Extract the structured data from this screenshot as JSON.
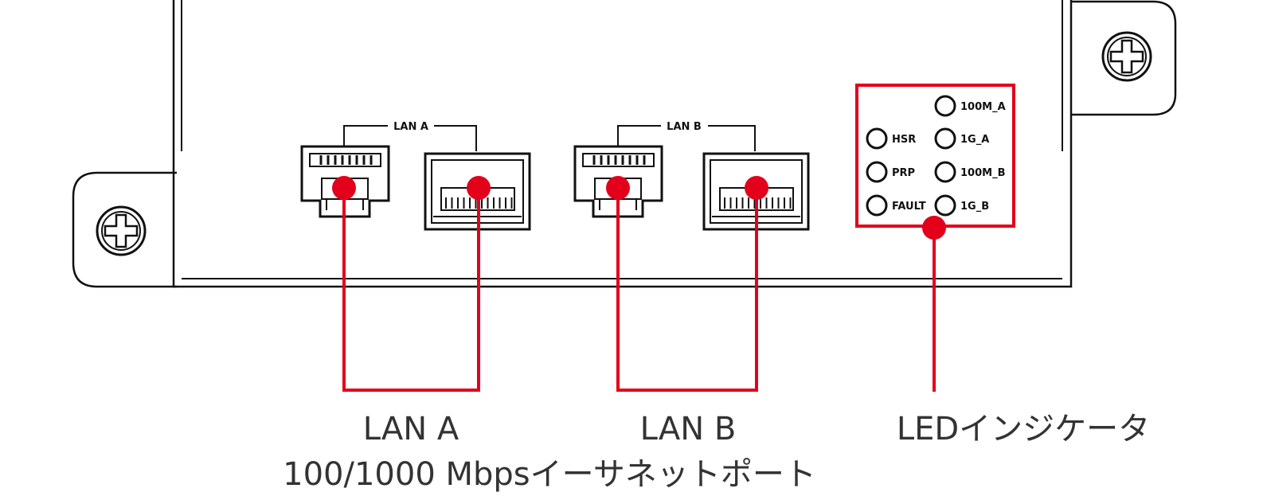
{
  "ports": {
    "lan_a_bracket_label": "LAN A",
    "lan_b_bracket_label": "LAN B"
  },
  "leds": {
    "hsr": "HSR",
    "prp": "PRP",
    "fault": "FAULT",
    "m100_a": "100M_A",
    "g1_a": "1G_A",
    "m100_b": "100M_B",
    "g1_b": "1G_B"
  },
  "callouts": {
    "lan_a": "LAN A",
    "lan_b": "LAN B",
    "ethernet_ports": "100/1000 Mbpsイーサネットポート",
    "led_indicator": "LEDインジケータ"
  },
  "colors": {
    "callout_red": "#e3001b",
    "outline": "#111111",
    "callout_text": "#333333"
  }
}
